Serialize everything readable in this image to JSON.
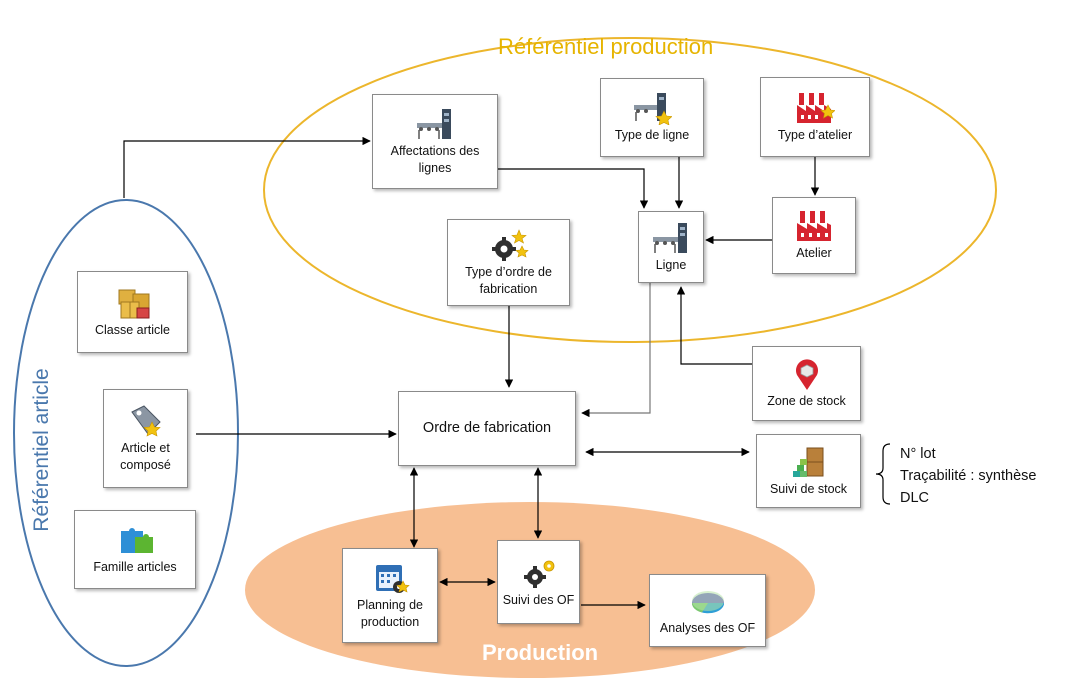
{
  "regions": {
    "production_ref": "Référentiel production",
    "article_ref": "Référentiel article",
    "production": "Production"
  },
  "nodes": {
    "affectations": "Affectations des lignes",
    "type_ligne": "Type de ligne",
    "type_atelier": "Type d’atelier",
    "ligne": "Ligne",
    "atelier": "Atelier",
    "type_ordre": "Type d’ordre de fabrication",
    "classe_article": "Classe article",
    "article_compose": "Article et composé",
    "famille_articles": "Famille articles",
    "ordre_fabrication": "Ordre de fabrication",
    "zone_stock": "Zone de stock",
    "suivi_stock": "Suivi de stock",
    "planning": "Planning de production",
    "suivi_of": "Suivi des OF",
    "analyses_of": "Analyses des OF"
  },
  "stock_details": [
    "N° lot",
    "Traçabilité : synthèse",
    "DLC"
  ],
  "colors": {
    "production_ref_ellipse": "#ecb62c",
    "article_ref_ellipse": "#4a78ad",
    "production_ellipse": "#f7bf93",
    "arrow": "#000000"
  },
  "icons": {
    "affectations": "production-line-icon",
    "type_ligne": "production-line-star-icon",
    "type_atelier": "factory-star-icon",
    "ligne": "production-line-icon",
    "atelier": "factory-icon",
    "type_ordre": "gears-star-icon",
    "classe_article": "boxes-icon",
    "article_compose": "tag-star-icon",
    "famille_articles": "puzzle-icon",
    "zone_stock": "map-pin-icon",
    "suivi_stock": "stock-crates-icon",
    "planning": "calendar-gear-icon",
    "suivi_of": "gears-icon",
    "analyses_of": "pie-chart-icon"
  }
}
